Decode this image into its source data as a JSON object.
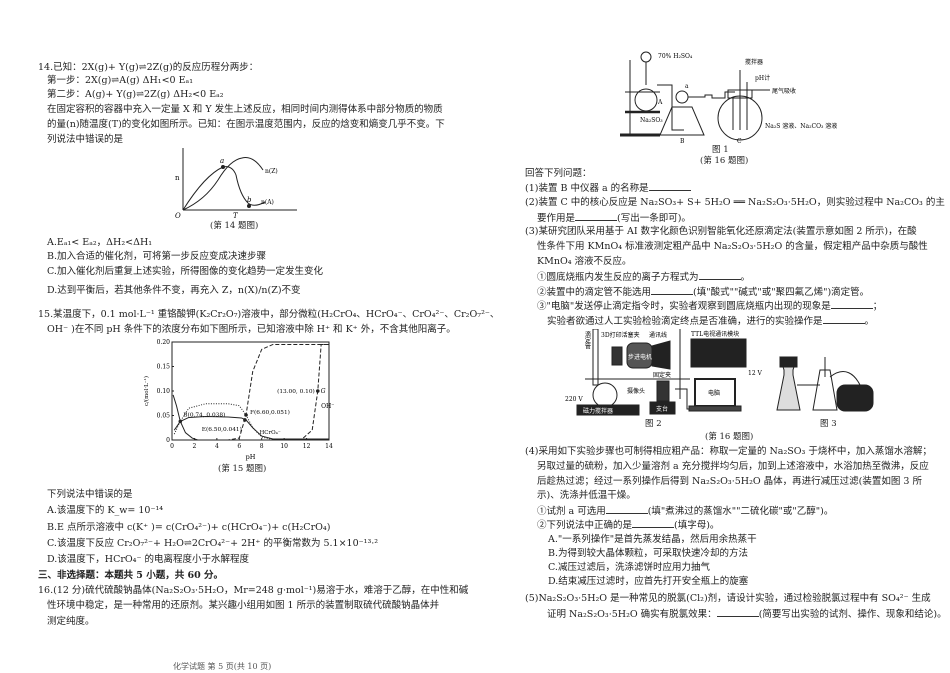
{
  "q14": {
    "stem": "14.已知：2X(g)+ Y(g)⇌2Z(g)的反应历程分两步：",
    "step1": "第一步：2X(g)⇌A(g)   ΔH₁<0   Eₐ₁",
    "step2": "第二步：A(g)+ Y(g)⇌2Z(g)   ΔH₂<0   Eₐ₂",
    "text1": "在固定容积的容器中充入一定量 X 和 Y 发生上述反应，相同时间内测得体系中部分物质的物质",
    "text2": "的量(n)随温度(T)的变化如图所示。已知：在图示温度范围内，反应的焓变和熵变几乎不变。下",
    "text3": "列说法中错误的是",
    "figure": {
      "y_label": "n",
      "x_label": "T",
      "origin": "O",
      "point_a": "a",
      "point_b": "b",
      "curve_z": "n(Z)",
      "curve_a": "n(A)",
      "caption": "(第 14 题图)"
    },
    "options": [
      "A.Eₐ₁< Eₐ₂，ΔH₂<ΔH₁",
      "B.加入合适的催化剂，可将第一步反应变成决速步骤",
      "C.加入催化剂后重复上述实验，所得图像的变化趋势一定发生变化",
      "D.达到平衡后，若其他条件不变，再充入 Z，n(X)/n(Z)不变"
    ]
  },
  "q15": {
    "stem1": "15.某温度下，0.1 mol·L⁻¹ 重铬酸钾(K₂Cr₂O₇)溶液中，部分微粒(H₂CrO₄、HCrO₄⁻、CrO₄²⁻、Cr₂O₇²⁻、",
    "stem2": "OH⁻ )在不同 pH 条件下的浓度分布如下图所示，已知溶液中除 H⁺ 和 K⁺ 外，不含其他阳离子。",
    "caption": "(第 15 题图)",
    "question": "下列说法中错误的是",
    "options": [
      "A.该温度下的 K_w= 10⁻¹⁴",
      "B.E 点所示溶液中 c(K⁺ )= c(CrO₄²⁻)+ c(HCrO₄⁻)+ c(H₂CrO₄)",
      "C.该温度下反应 Cr₂O₇²⁻+ H₂O⇌2CrO₄²⁻+ 2H⁺ 的平衡常数为 5.1×10⁻¹³·²",
      "D.该温度下，HCrO₄⁻ 的电离程度小于水解程度"
    ]
  },
  "chart_data": {
    "type": "line",
    "xlabel": "pH",
    "ylabel": "c/(mol·L⁻¹)",
    "xlim": [
      0,
      14
    ],
    "ylim": [
      0,
      0.2
    ],
    "xticks": [
      "0",
      "2",
      "4",
      "6",
      "8",
      "10",
      "12",
      "14"
    ],
    "yticks": [
      "0",
      "0.05",
      "0.10",
      "0.15",
      "0.20"
    ],
    "series": [
      {
        "style": "solid",
        "x": [
          0.1,
          0.4,
          0.74,
          1.2,
          1.8,
          2.3
        ],
        "y": [
          0.092,
          0.07,
          0.038,
          0.015,
          0.004,
          0
        ]
      },
      {
        "name": "HCrO₄⁻",
        "style": "solid",
        "x": [
          0.2,
          0.74,
          1.5,
          3,
          5,
          6.2,
          6.6,
          7.2,
          8,
          9,
          14
        ],
        "y": [
          0.02,
          0.038,
          0.046,
          0.048,
          0.047,
          0.045,
          0.041,
          0.025,
          0.008,
          0.002,
          0.002
        ]
      },
      {
        "style": "dotted",
        "x": [
          0.2,
          0.74,
          1.5,
          3,
          5,
          6,
          6.6,
          7.2,
          8,
          9,
          14
        ],
        "y": [
          0.012,
          0.038,
          0.065,
          0.074,
          0.074,
          0.07,
          0.051,
          0.025,
          0.006,
          0.001,
          0
        ]
      },
      {
        "style": "dashed",
        "x": [
          0,
          5,
          6,
          6.6,
          7.2,
          8,
          9,
          14
        ],
        "y": [
          0,
          0,
          0.004,
          0.051,
          0.14,
          0.185,
          0.195,
          0.195
        ]
      },
      {
        "name": "OH⁻",
        "style": "dashed",
        "x": [
          0,
          11.5,
          12.5,
          13,
          13.3,
          14
        ],
        "y": [
          0,
          0,
          0.02,
          0.1,
          0.195,
          0.195
        ]
      }
    ],
    "annotations": [
      {
        "label": "B(0.74, 0.038)",
        "x": 0.74,
        "y": 0.038
      },
      {
        "label": "E(6.50,0.041)",
        "x": 6.5,
        "y": 0.041
      },
      {
        "label": "F(6.60,0.051)",
        "x": 6.6,
        "y": 0.051
      },
      {
        "label": "(13.00, 0.10)",
        "point": "G",
        "x": 13,
        "y": 0.1
      }
    ]
  },
  "section3": "三、非选择题：本题共 5 小题，共 60 分。",
  "q16": {
    "stem1": "16.(12 分)硫代硫酸钠晶体(Na₂S₂O₃·5H₂O，Mr=248 g·mol⁻¹)易溶于水，难溶于乙醇，在中性和碱",
    "stem2": "性环境中稳定，是一种常用的还原剂。某兴趣小组用如图 1 所示的装置制取硫代硫酸钠晶体并",
    "stem3": "测定纯度。",
    "fig1": {
      "acid": "70% H₂SO₄",
      "a": "a",
      "A": "A",
      "salt": "Na₂SO₃",
      "stirrer": "搅拌器",
      "ph": "pH计",
      "tail": "尾气吸收",
      "B": "B",
      "C": "C",
      "solution": "Na₂S 溶液、Na₂CO₃ 溶液",
      "title": "图 1",
      "caption": "(第 16 题图)"
    },
    "answer_intro": "回答下列问题：",
    "p1": "(1)装置 B 中仪器 a 的名称是",
    "p2a": "(2)装置 C 中的核心反应是 Na₂SO₃+ S+ 5H₂O ══ Na₂S₂O₃·5H₂O，则实验过程中 Na₂CO₃ 的主",
    "p2b_pre": "要作用是",
    "p2b_post": "(写出一条即可)。",
    "p3a": "(3)某研究团队采用基于 AI 数字化颜色识别智能氧化还原滴定法(装置示意如图 2 所示)，在酸",
    "p3b": "性条件下用 KMnO₄ 标准液测定粗产品中 Na₂S₂O₃·5H₂O 的含量，假定粗产品中杂质与酸性",
    "p3c": "KMnO₄ 溶液不反应。",
    "p3_1": "①圆底烧瓶内发生反应的离子方程式为",
    "p3_1_end": "。",
    "p3_2_pre": "②装置中的滴定管不能选用",
    "p3_2_post": "(填\"酸式\"\"碱式\"或\"聚四氟乙烯\")滴定管。",
    "p3_3": "③\"电脑\"发送停止滴定指令时，实验者观察到圆底烧瓶内出现的现象是",
    "p3_3_end": "；",
    "p3_4": "实验者欲通过人工实验检验滴定终点是否准确，进行的实验操作是",
    "p3_4_end": "。",
    "fig2": {
      "burette": "滴定管",
      "clamp3d": "3D打印活塞夹",
      "comm": "通讯线",
      "ttl": "TTL电视通讯模块",
      "motor": "步进电机",
      "fix": "固定夹",
      "v12": "12 V",
      "v220": "220 V",
      "camera": "摄像头",
      "stirrer": "磁力搅拌器",
      "stand": "支台",
      "pc": "电脑",
      "title": "图 2"
    },
    "fig3": {
      "title": "图 3"
    },
    "fig23_caption": "(第 16 题图)",
    "p4a": "(4)采用如下实验步骤也可制得相应粗产品：称取一定量的 Na₂SO₃ 于烧杯中，加入蒸馏水溶解；",
    "p4b": "另取过量的硫粉，加入少量溶剂 a 充分搅拌均匀后，加到上述溶液中，水浴加热至微沸，反应",
    "p4c": "后趁热过滤；经过一系列操作后得到 Na₂S₂O₃·5H₂O 晶体，再进行减压过滤(装置如图 3 所",
    "p4d": "示)、洗涤并低温干燥。",
    "p4_1_pre": "①试剂 a 可选用",
    "p4_1_post": "(填\"煮沸过的蒸馏水\"\"二硫化碳\"或\"乙醇\")。",
    "p4_2_pre": "②下列说法中正确的是",
    "p4_2_post": "(填字母)。",
    "p4_opts": [
      "A.\"一系列操作\"是首先蒸发结晶，然后用余热蒸干",
      "B.为得到较大晶体颗粒，可采取快速冷却的方法",
      "C.减压过滤后，洗涤滤饼时应用力抽气",
      "D.结束减压过滤时，应首先打开安全瓶上的旋塞"
    ],
    "p5a": "(5)Na₂S₂O₃·5H₂O 是一种常见的脱氯(Cl₂)剂，请设计实验，通过检验脱氯过程中有 SO₄²⁻ 生成",
    "p5b_pre": "证明 Na₂S₂O₃·5H₂O 确实有脱氯效果：",
    "p5b_post": "(简要写出实验的试剂、操作、现象和结论)。"
  },
  "footer": "化学试题 第 5 页(共 10 页)"
}
